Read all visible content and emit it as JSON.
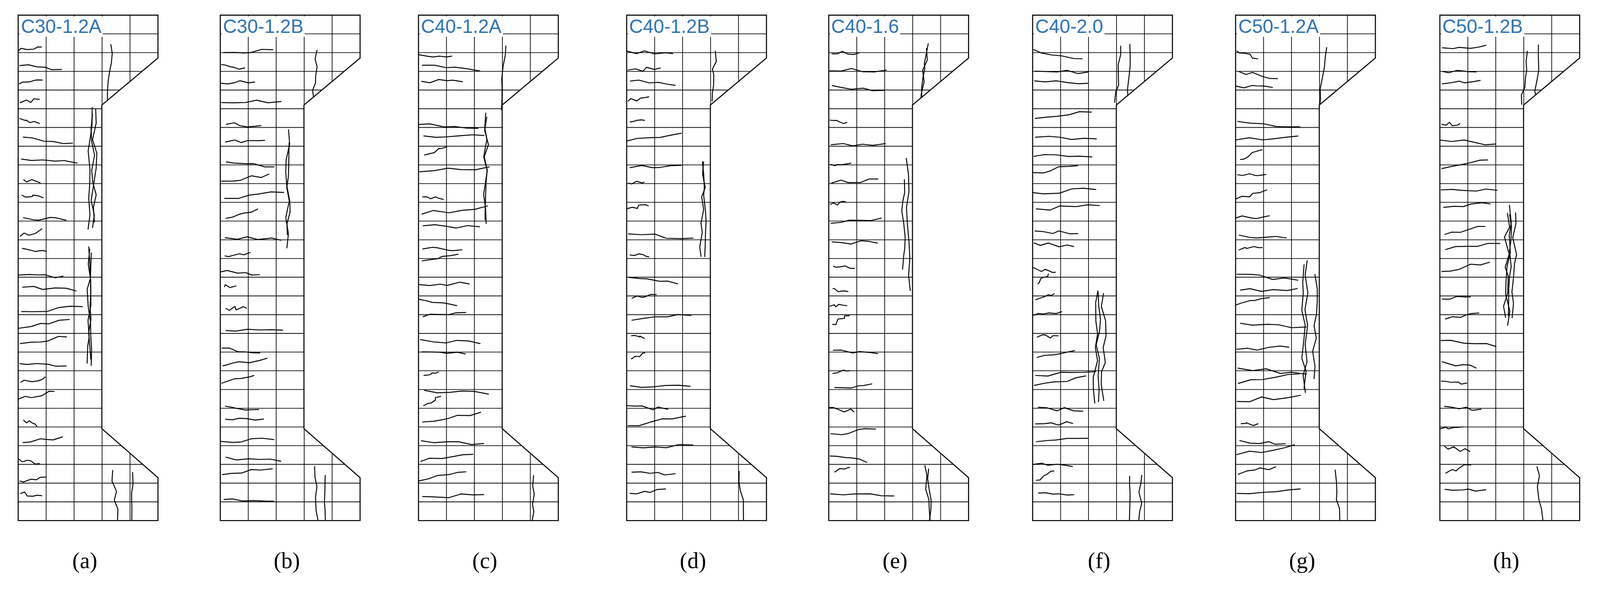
{
  "diagram": {
    "nodes": [
      {
        "text": [
          "C30-1.2A",
          "(a)"
        ]
      },
      {
        "text": [
          "C30-1.2B",
          "(b)"
        ]
      },
      {
        "text": [
          "C40-1.2A",
          "(c)"
        ]
      },
      {
        "text": [
          "C40-1.2B",
          "(d)"
        ]
      },
      {
        "text": [
          "C40-1.6",
          "(e)"
        ]
      },
      {
        "text": [
          "C40-2.0",
          "(f)"
        ]
      },
      {
        "text": [
          "C50-1.2A",
          "(g)"
        ]
      },
      {
        "text": [
          "C50-1.2B",
          "(h)"
        ]
      }
    ]
  }
}
